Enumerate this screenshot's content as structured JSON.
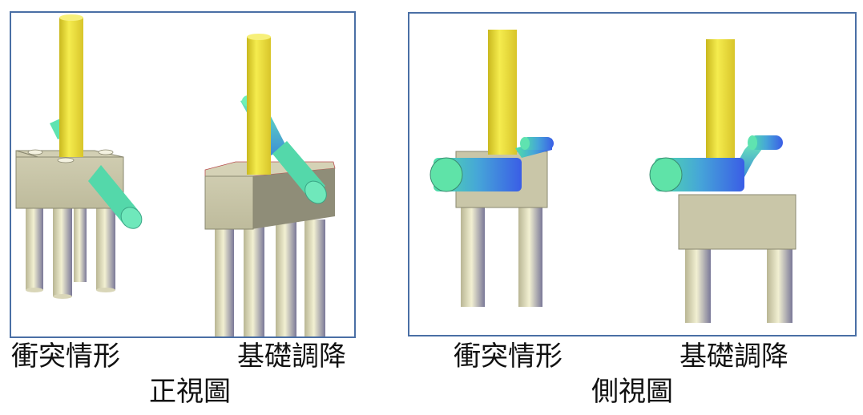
{
  "front_view": {
    "title": "正視圖",
    "left_caption": "衝突情形",
    "right_caption": "基礎調降"
  },
  "side_view": {
    "title": "側視圖",
    "left_caption": "衝突情形",
    "right_caption": "基礎調降"
  },
  "colors": {
    "frame": "#4a6fa5",
    "column": "#f0e53c",
    "pipe": "#4fd9a8",
    "pipe_dark": "#3a66e0",
    "pile_cap": "#c9c6a8",
    "pile": "#ece9c4"
  }
}
